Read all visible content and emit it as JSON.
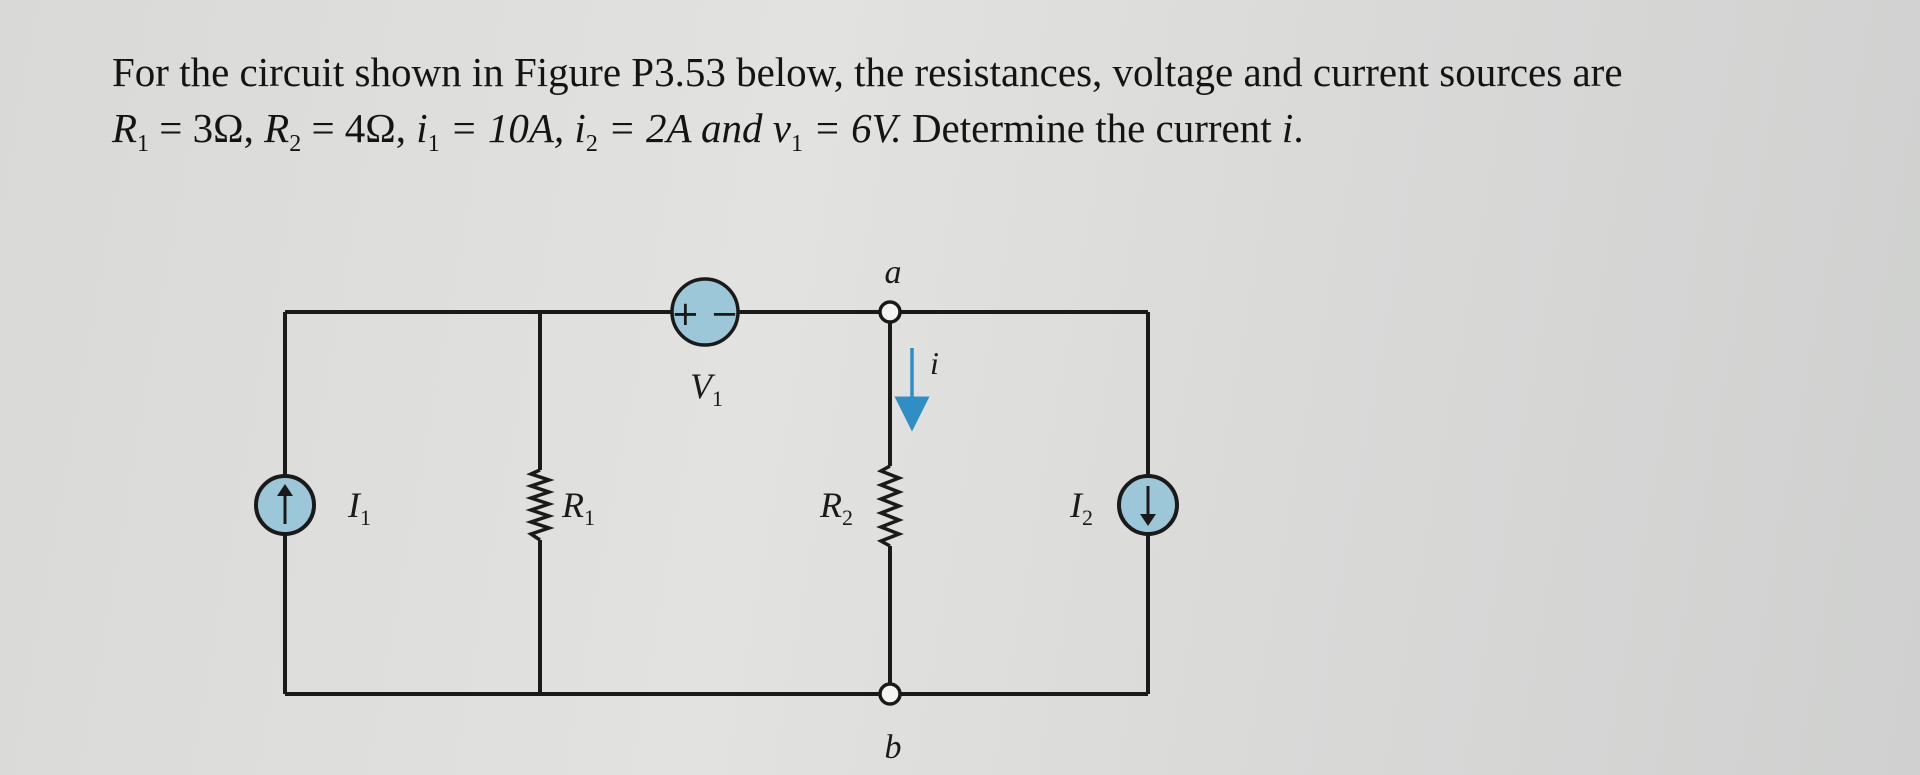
{
  "problem": {
    "line1": "For the circuit shown in Figure P3.53 below, the resistances, voltage and current sources are",
    "line2": {
      "r1_sym": "R",
      "r1_sub": "1",
      "r1_val": " = 3Ω, ",
      "r2_sym": "R",
      "r2_sub": "2",
      "r2_val": " = 4Ω, ",
      "i1_sym": "i",
      "i1_sub": "1",
      "i1_val": " = 10A, ",
      "i2_sym": "i",
      "i2_sub": "2",
      "i2_val": " = 2A ",
      "and_word": "and ",
      "v1_sym": "v",
      "v1_sub": "1",
      "v1_val": " = 6V. ",
      "question": "Determine the current ",
      "question_var": "i",
      "question_end": "."
    }
  },
  "circuit": {
    "node_a": "a",
    "node_b": "b",
    "current_i_label": "i",
    "v1_label": "V",
    "v1_sub": "1",
    "v1_polarity": "+ −",
    "r1_label": "R",
    "r1_sub": "1",
    "r2_label": "R",
    "r2_sub": "2",
    "i1_label": "I",
    "i1_sub": "1",
    "i2_label": "I",
    "i2_sub": "2",
    "colors": {
      "wire": "#1a1a1a",
      "source_fill": "#9cc7d8",
      "arrow": "#2f8fc4"
    }
  }
}
